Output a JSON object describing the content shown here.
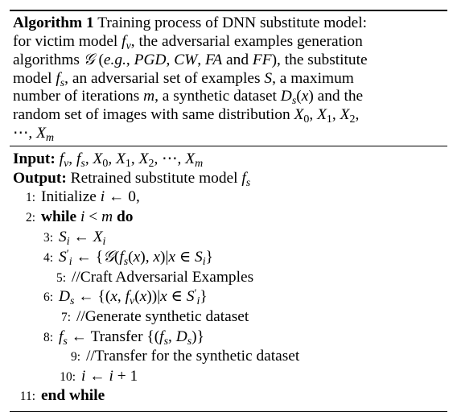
{
  "algorithm": {
    "label": "Algorithm 1",
    "caption_lines": [
      "Training process of DNN substitute model:",
      "for victim model f_v, the adversarial examples generation",
      "algorithms 𝒢 (e.g., PGD, CW, FA and FF), the substitute",
      "model f_s, an adversarial set of examples S, a maximum",
      "number of iterations m, a synthetic dataset D_s(x) and the",
      "random set of images with same distribution X_0, X_1, X_2,",
      "⋯, X_m"
    ],
    "input_label": "Input:",
    "input_value": "f_v, f_s, X_0, X_1, X_2, ⋯, X_m",
    "output_label": "Output:",
    "output_value": "Retrained substitute model f_s",
    "lines": [
      {
        "num": "1:",
        "text": "Initialize i ← 0,"
      },
      {
        "num": "2:",
        "text": "while i < m do"
      },
      {
        "num": "3:",
        "text": "S_i ← X_i"
      },
      {
        "num": "4:",
        "text": "S'_i ← {𝒢(f_s(x), x)|x ∈ S_i}"
      },
      {
        "num": "5:",
        "text": "//Craft Adversarial Examples"
      },
      {
        "num": "6:",
        "text": "D_s ← {(x, f_v(x))|x ∈ S'_i}"
      },
      {
        "num": "7:",
        "text": "//Generate synthetic dataset"
      },
      {
        "num": "8:",
        "text": "f_s ← Transfer {(f_s, D_s)}"
      },
      {
        "num": "9:",
        "text": "//Transfer for the synthetic dataset"
      },
      {
        "num": "10:",
        "text": "i ← i + 1"
      },
      {
        "num": "11:",
        "text": "end while"
      }
    ]
  }
}
